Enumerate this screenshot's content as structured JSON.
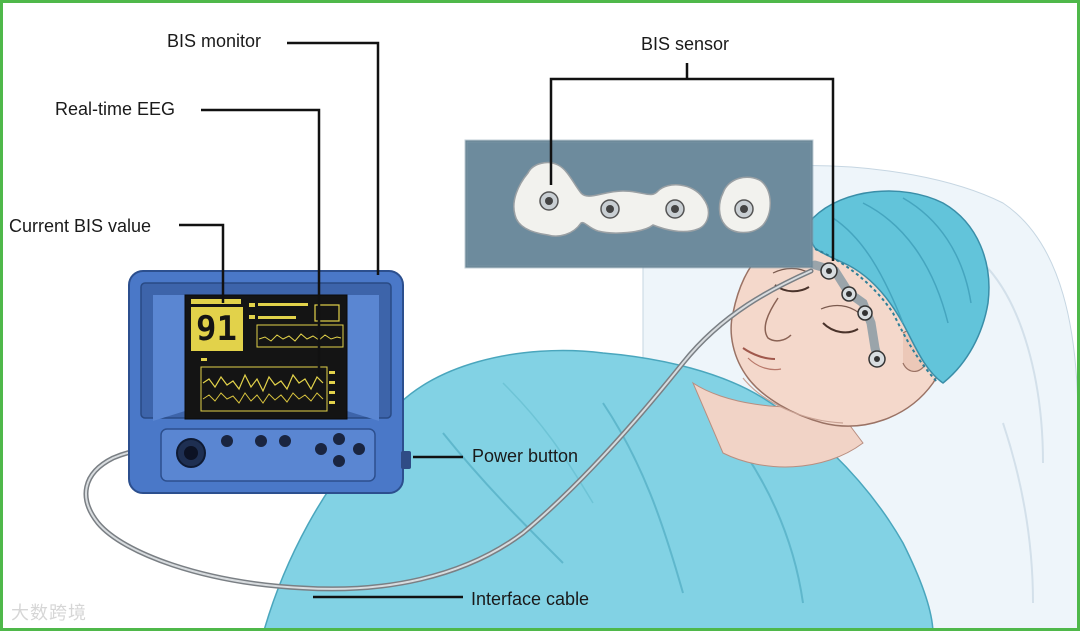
{
  "labels": {
    "bis_monitor": "BIS monitor",
    "real_time_eeg": "Real-time EEG",
    "current_bis_value": "Current BIS value",
    "bis_sensor": "BIS sensor",
    "power_button": "Power button",
    "interface_cable": "Interface cable"
  },
  "monitor_display": {
    "bis_value": "91"
  },
  "watermark": {
    "text": "大数跨境"
  },
  "colors": {
    "frame_border": "#4fb84a",
    "monitor_body": "#4a78c8",
    "screen_text": "#e8d84a",
    "sensor_panel": "#6e8a9c",
    "gown": "#7fd0e0",
    "cap": "#5cc0d6"
  }
}
